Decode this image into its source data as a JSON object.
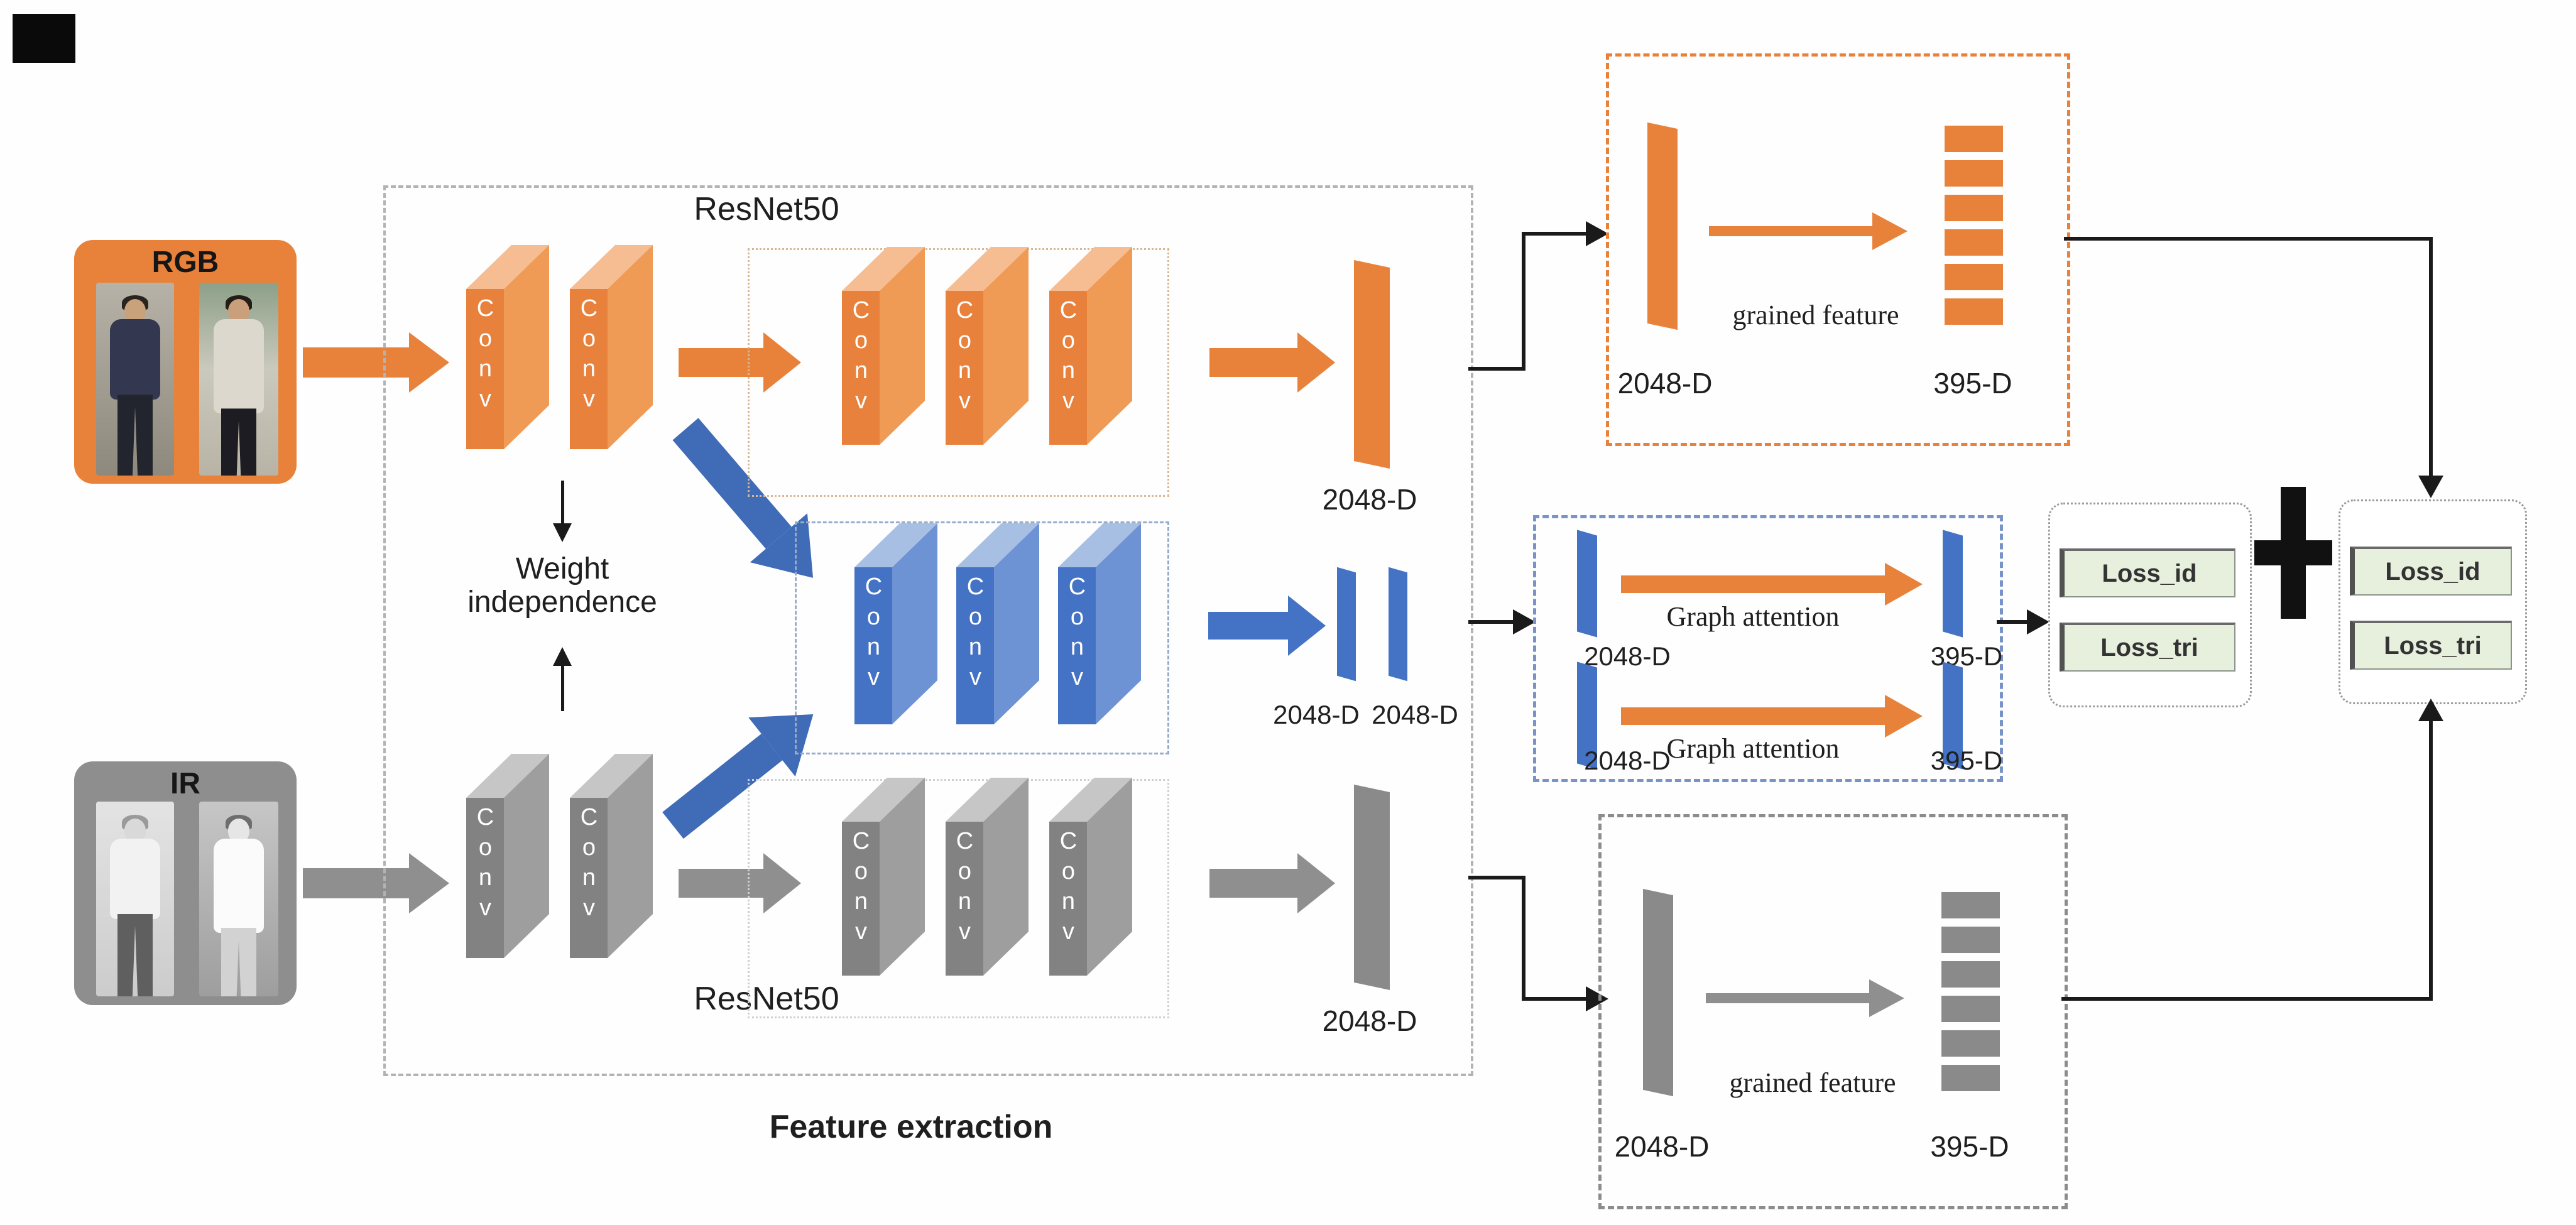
{
  "figure": {
    "corner_mark": true,
    "inputs": {
      "rgb_label": "RGB",
      "ir_label": "IR"
    },
    "feature_extraction": {
      "caption": "Feature extraction",
      "resnet50_top": "ResNet50",
      "resnet50_bottom": "ResNet50",
      "weight_independence": [
        "Weight",
        "independence"
      ],
      "conv_label": "Conv"
    },
    "embeddings": {
      "rgb_dim": "2048-D",
      "shared_dims": [
        "2048-D",
        "2048-D"
      ],
      "ir_dim": "2048-D"
    },
    "modules": {
      "rgb_grained": {
        "input_dim": "2048-D",
        "caption": "grained feature",
        "output_dim": "395-D",
        "segment_count": 6
      },
      "graph_attention": {
        "rows": [
          {
            "input_dim": "2048-D",
            "caption": "Graph attention",
            "output_dim": "395-D"
          },
          {
            "input_dim": "2048-D",
            "caption": "Graph attention",
            "output_dim": "395-D"
          }
        ]
      },
      "ir_grained": {
        "input_dim": "2048-D",
        "caption": "grained feature",
        "output_dim": "395-D",
        "segment_count": 6
      }
    },
    "losses": {
      "plus": "+",
      "modal_specific": {
        "id": "Loss_id",
        "tri": "Loss_tri"
      },
      "shared": {
        "id": "Loss_id",
        "tri": "Loss_tri"
      }
    },
    "colors": {
      "orange": "#E8823B",
      "blue": "#4472C4",
      "diag_blue": "#3F6BB7",
      "gray": "#8A8A8A",
      "loss_chip_bg": "#E6F0DD",
      "line": "#1A1A1A"
    }
  }
}
